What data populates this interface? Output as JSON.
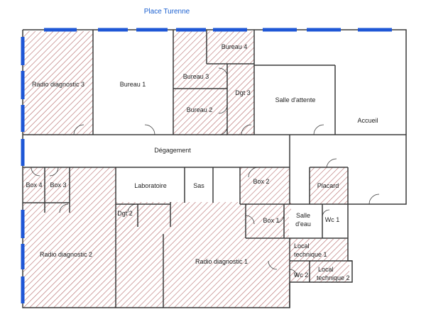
{
  "street_label": "Place Turenne",
  "rooms": {
    "radio_diagnostic_3": "Radio diagnostic  3",
    "bureau_1": "Bureau 1",
    "bureau_4": "Bureau 4",
    "bureau_3": "Bureau 3",
    "dgt_3": "Dgt 3",
    "bureau_2": "Bureau 2",
    "salle_attente": "Salle d'attente",
    "accueil": "Accueil",
    "degagement": "Dégagement",
    "box_4": "Box 4",
    "box_3": "Box 3",
    "laboratoire": "Laboratoire",
    "sas": "Sas",
    "box_2": "Box 2",
    "placard": "Placard",
    "dgt_2": "Dgt 2",
    "box_1": "Box 1",
    "salle_deau_1": "Salle",
    "salle_deau_2": "d'eau",
    "wc_1": "Wc 1",
    "radio_diagnostic_2": "Radio diagnostic  2",
    "radio_diagnostic_1": "Radio diagnostic  1",
    "local_technique_1_a": "Local",
    "local_technique_1_b": "technique 1",
    "wc_2": "Wc 2",
    "local_technique_2_a": "Local",
    "local_technique_2_b": "technique 2"
  },
  "colors": {
    "wall": "#3a3a3a",
    "window": "#1f57d6",
    "hatch": "#b46a6a",
    "street_label": "#1a5fd0"
  }
}
